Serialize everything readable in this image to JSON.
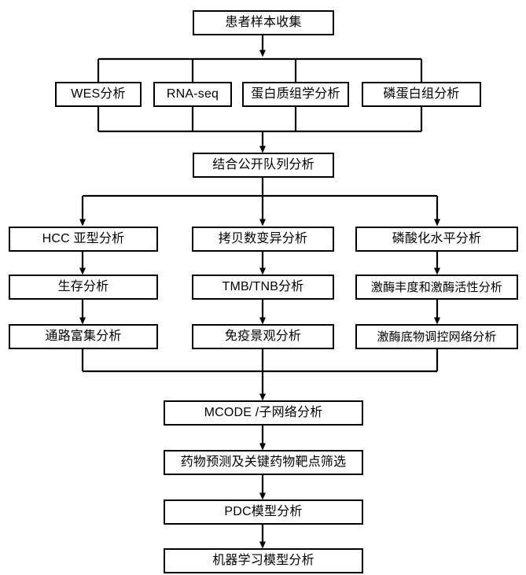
{
  "diagram": {
    "title": "HCC multi-omics analysis workflow flowchart",
    "orientation": "top-to-bottom",
    "box_fill": "#ffffff",
    "box_border": "#000000",
    "line_color": "#000000",
    "nodes": {
      "sample_collection": "患者样本收集",
      "wes": "WES分析",
      "rnaseq": "RNA-seq",
      "proteomics": "蛋白质组学分析",
      "phosphoproteomics": "磷蛋白组分析",
      "public_cohort": "结合公开队列分析",
      "hcc_subtype": "HCC 亚型分析",
      "cnv": "拷贝数变异分析",
      "phospho_level": "磷酸化水平分析",
      "survival": "生存分析",
      "tmb_tnb": "TMB/TNB分析",
      "kinase_activity": "激酶丰度和激酶活性分析",
      "pathway_enrichment": "通路富集分析",
      "immune_landscape": "免疫景观分析",
      "kinase_substrate": "激酶底物调控网络分析",
      "mcode": "MCODE /子网络分析",
      "drug_prediction": "药物预测及关键药物靶点筛选",
      "pdc_model": "PDC模型分析",
      "ml_model": "机器学习模型分析"
    }
  }
}
